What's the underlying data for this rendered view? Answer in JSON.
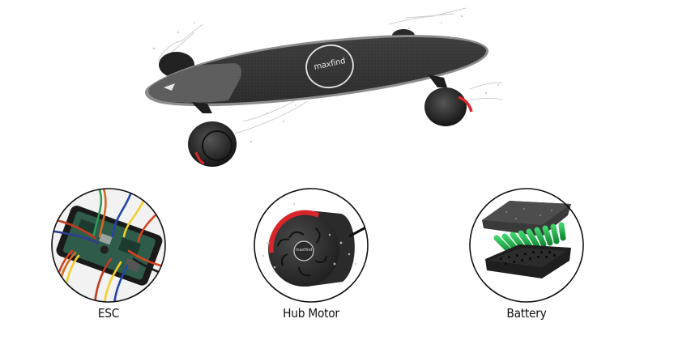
{
  "hero": {
    "product": "electric skateboard",
    "logo_text": "maxfind",
    "deck_color": "#3a3a3a",
    "grip_color": "#5b5b5b",
    "accent_color": "#d9262a"
  },
  "components": [
    {
      "id": "esc",
      "label": "ESC",
      "icon": "circuit-board-icon"
    },
    {
      "id": "motor",
      "label": "Hub Motor",
      "icon": "hub-motor-icon",
      "logo_text": "maxfind"
    },
    {
      "id": "battery",
      "label": "Battery",
      "icon": "battery-pack-icon",
      "cell_color": "#22b14c"
    }
  ]
}
